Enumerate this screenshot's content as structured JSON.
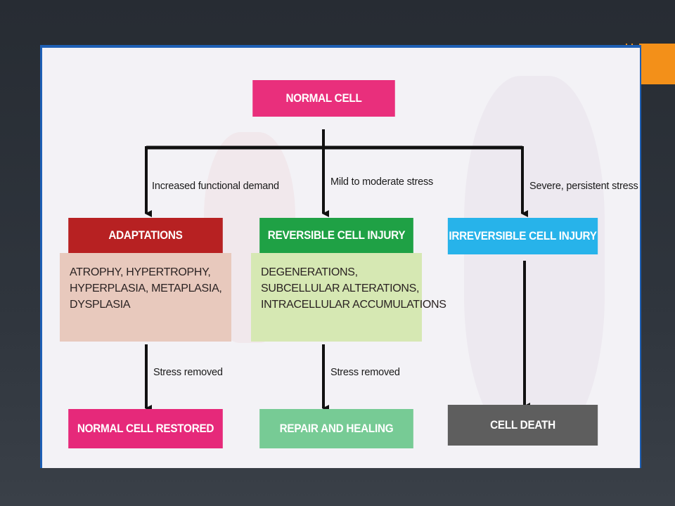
{
  "diagram": {
    "root": {
      "label": "NORMAL CELL"
    },
    "branches": [
      {
        "id": "adaptations",
        "edge_label": "Increased functional demand",
        "header": "ADAPTATIONS",
        "details": [
          "ATROPHY, HYPERTROPHY,",
          "HYPERPLASIA, METAPLASIA,",
          "DYSPLASIA"
        ],
        "outcome_edge_label": "Stress removed",
        "outcome": "NORMAL CELL RESTORED"
      },
      {
        "id": "reversible",
        "edge_label": "Mild to moderate stress",
        "header": "REVERSIBLE CELL INJURY",
        "details": [
          "DEGENERATIONS,",
          "SUBCELLULAR ALTERATIONS,",
          "INTRACELLULAR ACCUMULATIONS"
        ],
        "outcome_edge_label": "Stress removed",
        "outcome": "REPAIR AND HEALING"
      },
      {
        "id": "irreversible",
        "edge_label": "Severe, persistent stress",
        "header": "IRREVERSIBLE CELL INJURY",
        "details": [],
        "outcome_edge_label": "",
        "outcome": "CELL DEATH"
      }
    ]
  },
  "colors": {
    "root": "#e92f7c",
    "adaptations_header": "#b72122",
    "adaptations_body": "#e8c9bd",
    "reversible_header": "#1fa145",
    "reversible_body": "#d6e8b3",
    "irreversible_header": "#27b3ea",
    "restored": "#e6297a",
    "healing": "#77cb95",
    "death": "#5e5e5e",
    "frame": "#1e5fb4",
    "accent": "#f39019"
  }
}
